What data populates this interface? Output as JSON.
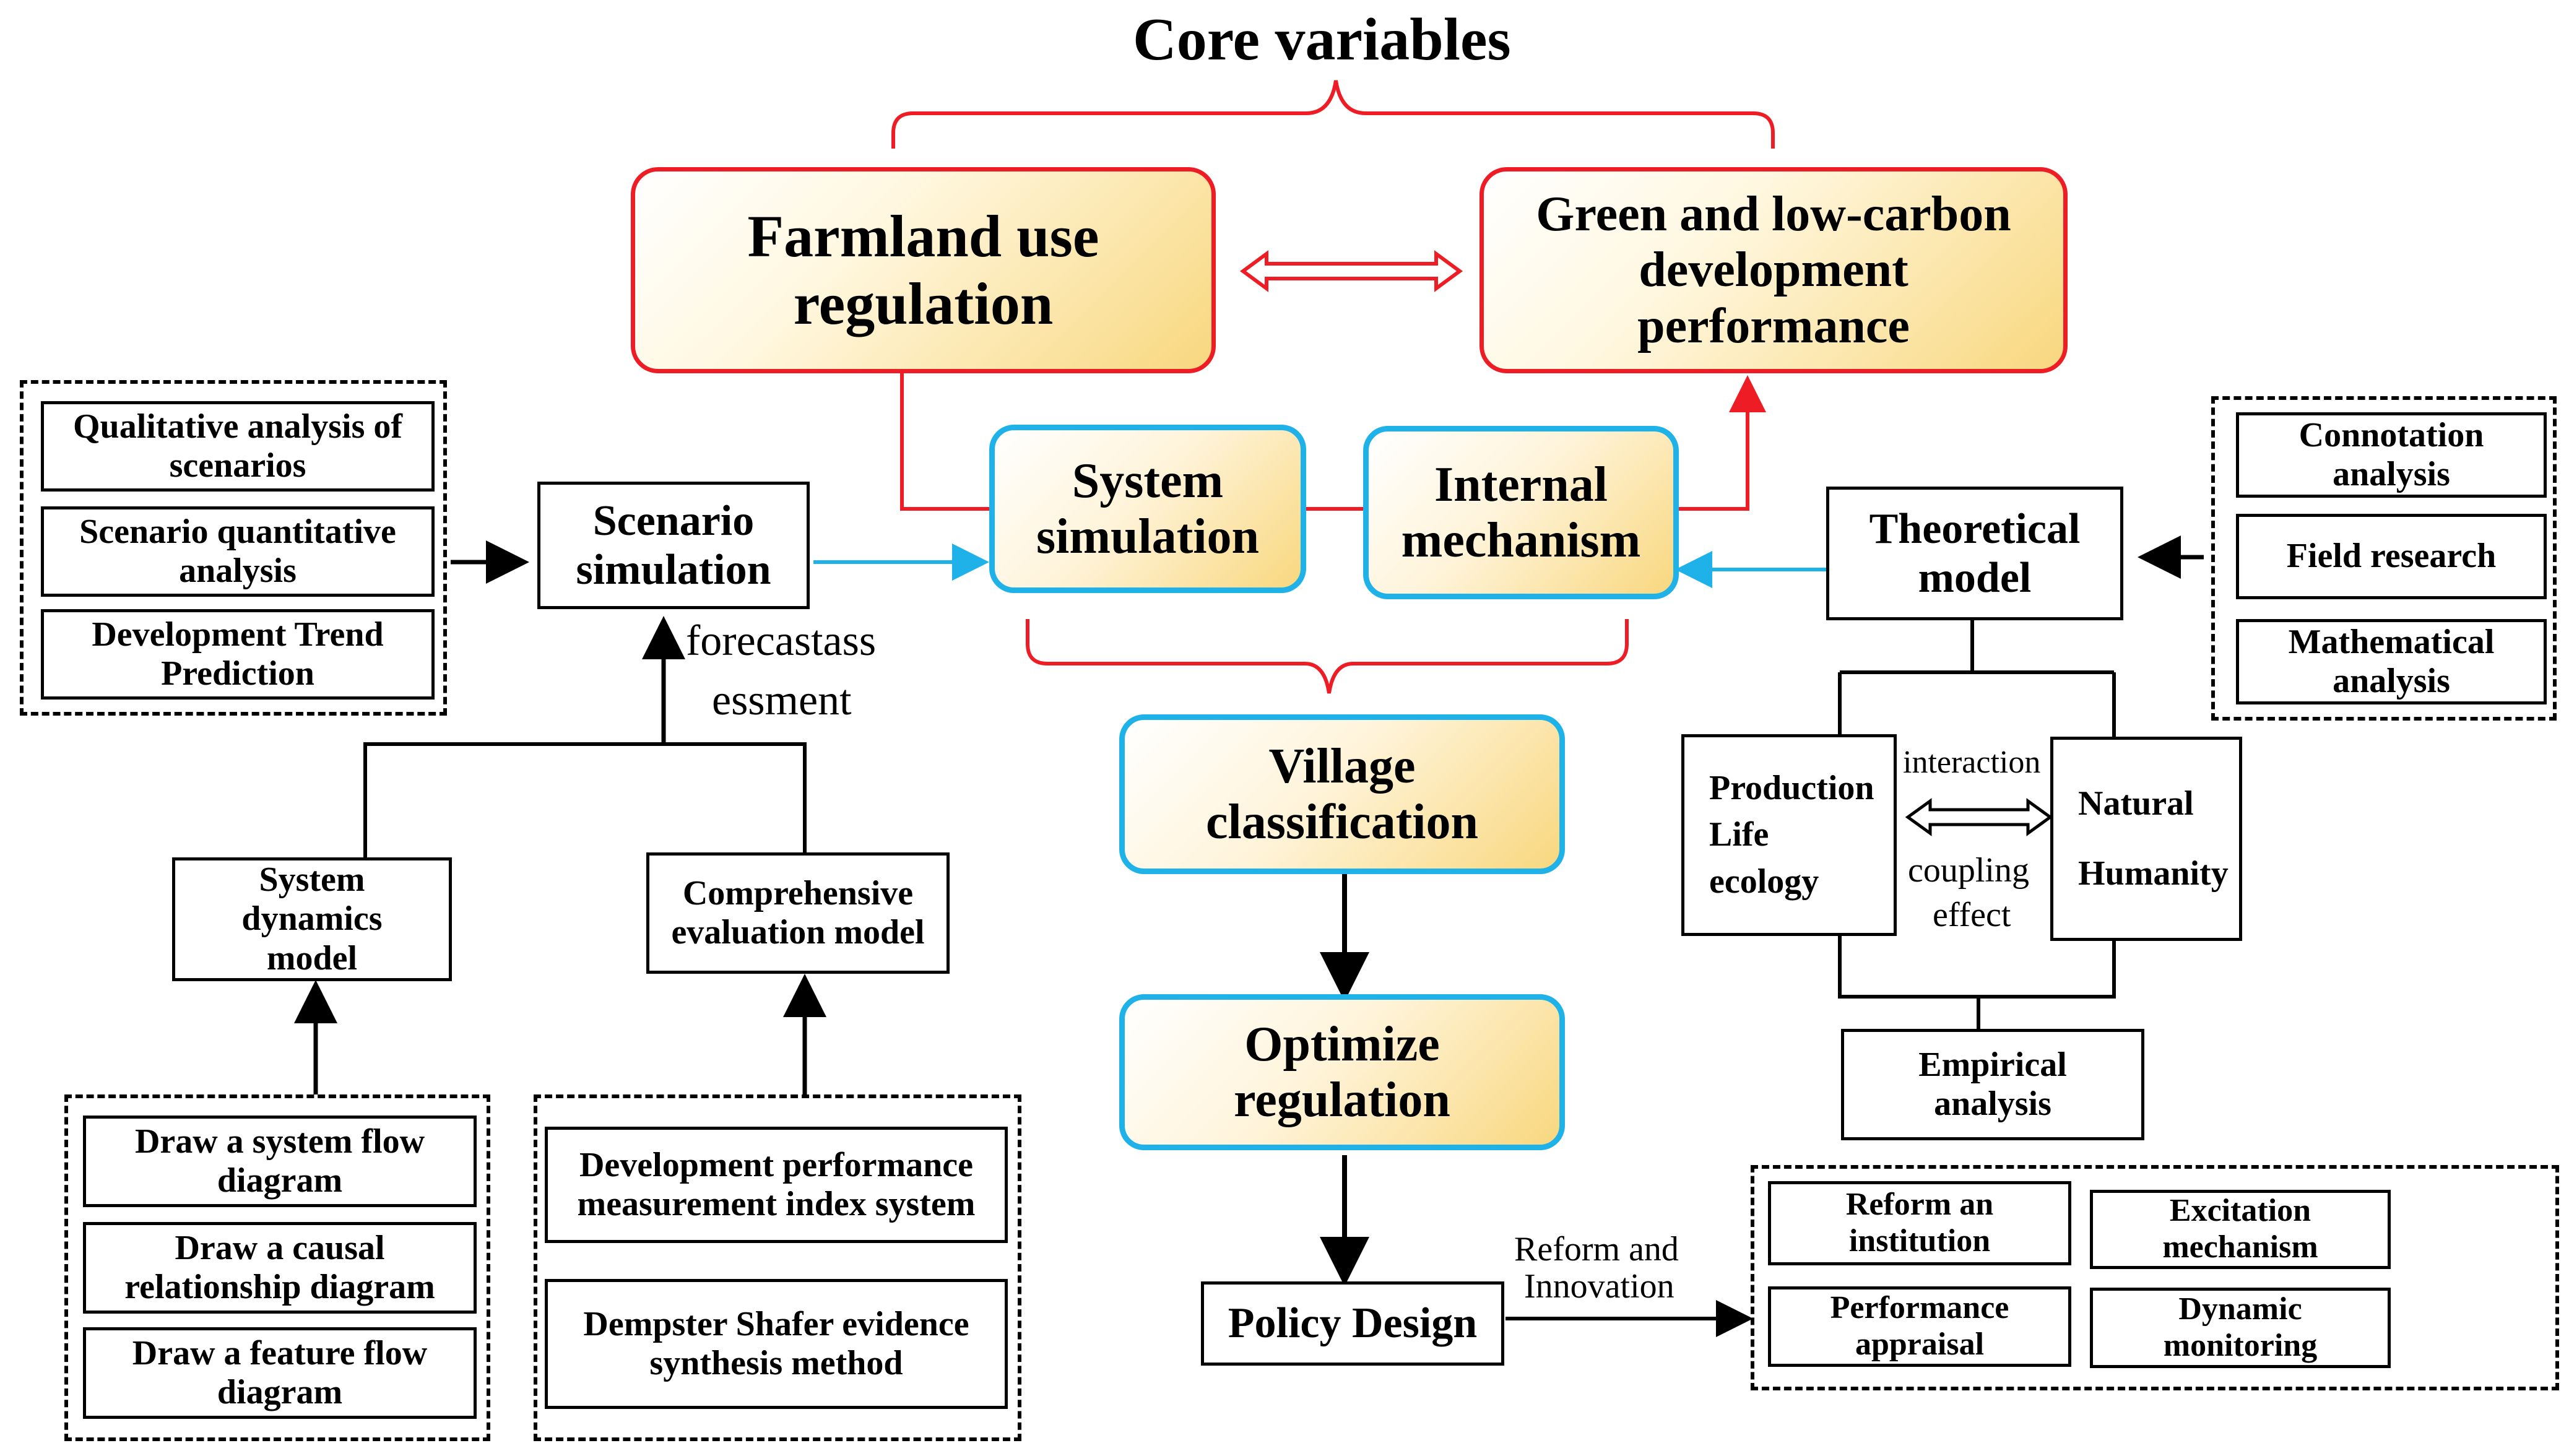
{
  "title": "Core variables",
  "core": {
    "farmland": "Farmland use regulation",
    "green": "Green and low-carbon development performance"
  },
  "center": {
    "system_simulation": "System simulation",
    "internal_mechanism": "Internal mechanism",
    "village_classification": "Village classification",
    "optimize_regulation": "Optimize regulation",
    "policy_design": "Policy Design"
  },
  "left": {
    "scenario_simulation": "Scenario simulation",
    "scenario_methods": [
      "Qualitative analysis of scenarios",
      "Scenario quantitative analysis",
      "Development Trend Prediction"
    ],
    "forecast_label": [
      "forecastass",
      "essment"
    ],
    "system_dynamics_model": "System dynamics model",
    "comprehensive_model": "Comprehensive evaluation model",
    "sd_steps": [
      "Draw a system flow diagram",
      "Draw a causal relationship diagram",
      "Draw a feature flow diagram"
    ],
    "eval_steps": [
      "Development performance measurement index system",
      "Dempster Shafer evidence synthesis method"
    ]
  },
  "right": {
    "theoretical_model": "Theoretical model",
    "theory_methods": [
      "Connotation analysis",
      "Field research",
      "Mathematical analysis"
    ],
    "production_lines": [
      "Production",
      "Life",
      "ecology"
    ],
    "natural_lines": [
      "Natural",
      "Humanity"
    ],
    "interaction": "interaction",
    "coupling_effect": [
      "coupling",
      "effect"
    ],
    "empirical_analysis": "Empirical analysis"
  },
  "policy": {
    "reform_label": [
      "Reform and",
      "Innovation"
    ],
    "items": [
      "Reform an institution",
      "Excitation mechanism",
      "Performance appraisal",
      "Dynamic monitoring"
    ]
  },
  "colors": {
    "red": "#ee1c25",
    "blue": "#1fb2e8",
    "gold": "#f8d77e"
  }
}
